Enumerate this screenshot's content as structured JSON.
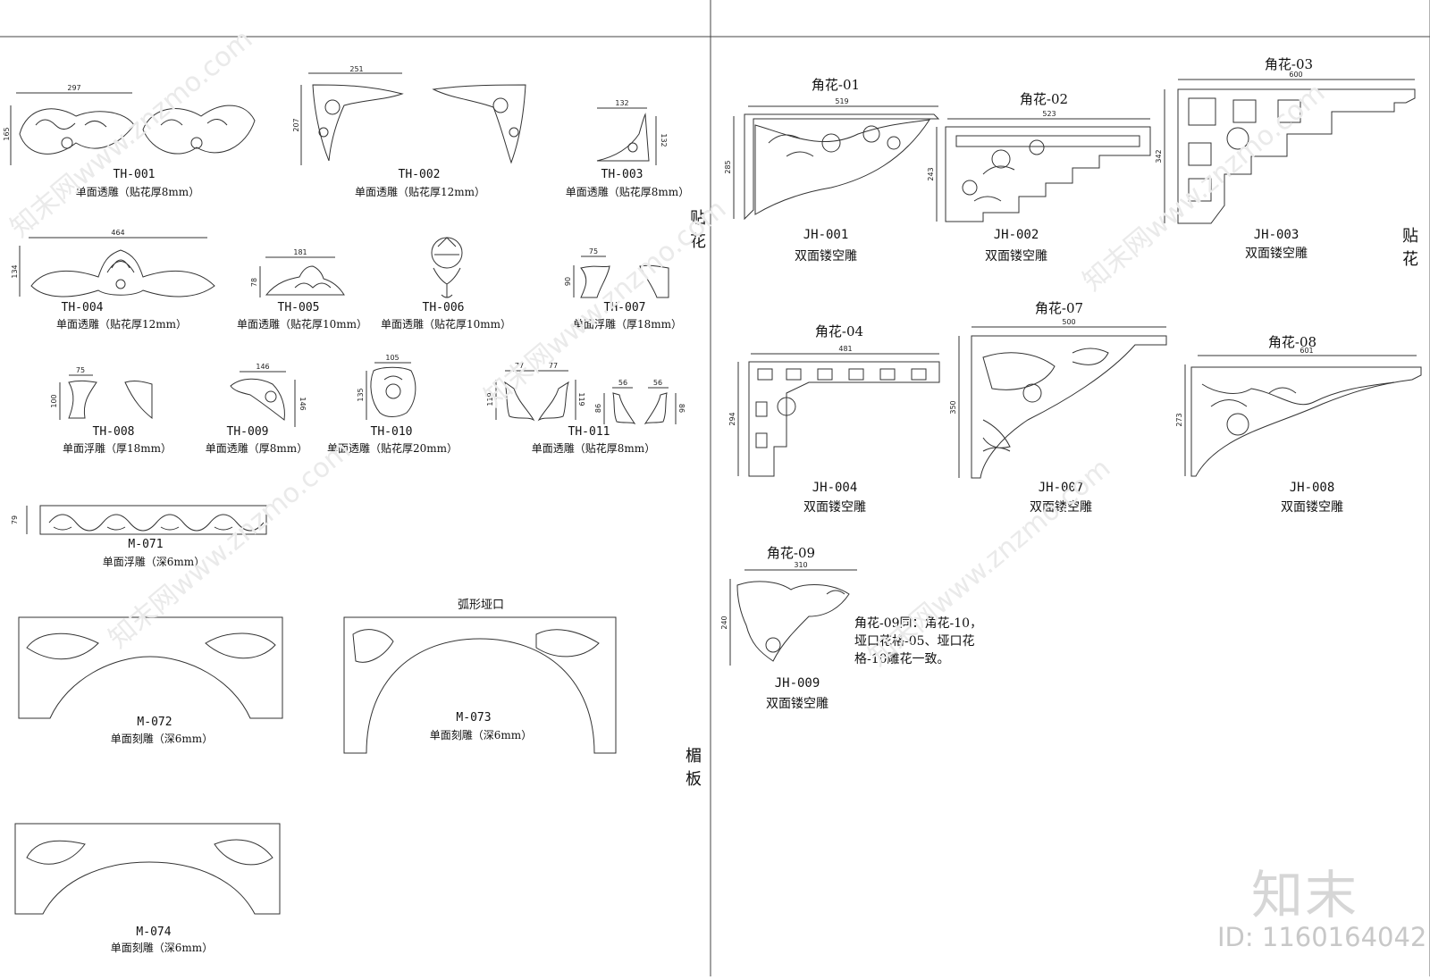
{
  "left_panel": {
    "side_labels": {
      "appliques": [
        "贴",
        "花"
      ],
      "lintel": [
        "楣",
        "板"
      ]
    },
    "items": [
      {
        "code": "TH-001",
        "desc": "单面透雕（贴花厚8mm）",
        "dims": [
          "297",
          "165"
        ]
      },
      {
        "code": "TH-002",
        "desc": "单面透雕（贴花厚12mm）",
        "dims": [
          "251",
          "207"
        ]
      },
      {
        "code": "TH-003",
        "desc": "单面透雕（贴花厚8mm）",
        "dims": [
          "132",
          "132"
        ]
      },
      {
        "code": "TH-004",
        "desc": "单面透雕（贴花厚12mm）",
        "dims": [
          "464",
          "134"
        ]
      },
      {
        "code": "TH-005",
        "desc": "单面透雕（贴花厚10mm）",
        "dims": [
          "181",
          "78"
        ]
      },
      {
        "code": "TH-006",
        "desc": "单面透雕（贴花厚10mm）",
        "dims": []
      },
      {
        "code": "TH-007",
        "desc": "单面浮雕（厚18mm）",
        "dims": [
          "75",
          "90"
        ]
      },
      {
        "code": "TH-008",
        "desc": "单面浮雕（厚18mm）",
        "dims": [
          "75",
          "100"
        ]
      },
      {
        "code": "TH-009",
        "desc": "单面透雕（厚8mm）",
        "dims": [
          "146",
          "146"
        ]
      },
      {
        "code": "TH-010",
        "desc": "单面透雕（贴花厚20mm）",
        "dims": [
          "105",
          "135"
        ]
      },
      {
        "code": "TH-011",
        "desc": "单面透雕（贴花厚8mm）",
        "dims": [
          "77",
          "77",
          "119",
          "119",
          "56",
          "56",
          "86",
          "86"
        ]
      },
      {
        "code": "M-071",
        "desc": "单面浮雕（深6mm）",
        "dims": [
          "79"
        ]
      },
      {
        "code": "M-072",
        "desc": "单面刻雕（深6mm）",
        "dims": []
      },
      {
        "code": "M-073",
        "desc": "单面刻雕（深6mm）",
        "dims": [],
        "caption": "弧形垭口"
      },
      {
        "code": "M-074",
        "desc": "单面刻雕（深6mm）",
        "dims": []
      }
    ]
  },
  "right_panel": {
    "side_label": [
      "贴",
      "花"
    ],
    "items": [
      {
        "title": "角花-01",
        "code": "JH-001",
        "desc": "双面镂空雕",
        "dims": [
          "519",
          "285"
        ]
      },
      {
        "title": "角花-02",
        "code": "JH-002",
        "desc": "双面镂空雕",
        "dims": [
          "523",
          "243"
        ]
      },
      {
        "title": "角花-03",
        "code": "JH-003",
        "desc": "双面镂空雕",
        "dims": [
          "600",
          "342"
        ]
      },
      {
        "title": "角花-04",
        "code": "JH-004",
        "desc": "双面镂空雕",
        "dims": [
          "481",
          "294"
        ]
      },
      {
        "title": "角花-07",
        "code": "JH-007",
        "desc": "双面镂空雕",
        "dims": [
          "500",
          "350"
        ]
      },
      {
        "title": "角花-08",
        "code": "JH-008",
        "desc": "双面镂空雕",
        "dims": [
          "601",
          "273"
        ]
      },
      {
        "title": "角花-09",
        "code": "JH-009",
        "desc": "双面镂空雕",
        "dims": [
          "310",
          "240"
        ]
      }
    ],
    "note": [
      "角花-09同：角花-10，",
      "垭口花格-05、垭口花",
      "格-10雕花一致。"
    ]
  },
  "watermark": {
    "brand": "知末",
    "id": "ID: 1160164042",
    "diagonal": [
      "知末网www.znzmo.com"
    ]
  }
}
